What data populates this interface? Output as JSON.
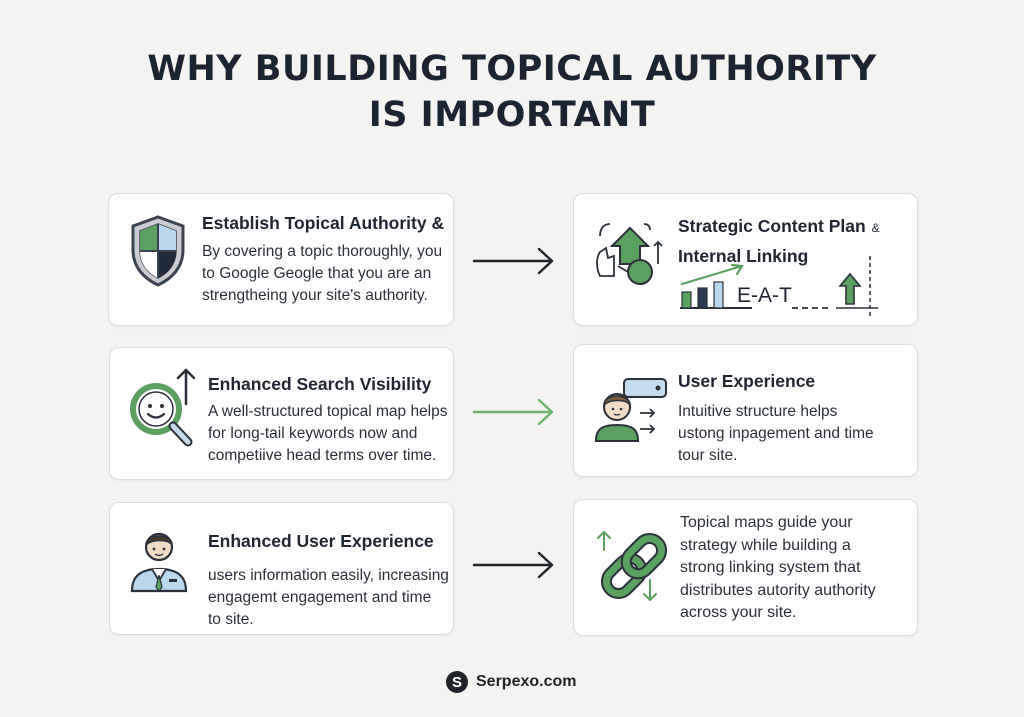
{
  "title": {
    "line1": "WHY BUILDING TOPICAL AUTHORITY",
    "line2": "IS IMPORTANT"
  },
  "colors": {
    "accent_green": "#5aa05e",
    "dark": "#1f2630",
    "arrow_green": "#6fb46a"
  },
  "left_cards": [
    {
      "icon": "shield-icon",
      "heading": "Establish Topical Authority &",
      "lines": [
        "By covering a topic thoroughly, you",
        "to Google Geogle that you are an",
        "strengtheing your site's authority."
      ]
    },
    {
      "icon": "magnifier-smile-icon",
      "heading": "Enhanced Search Visibility",
      "lines": [
        "A well-structured topical map helps",
        "for long-tail keywords now and",
        "competiive head terms over time."
      ]
    },
    {
      "icon": "businessman-icon",
      "heading": "Enhanced User Experience",
      "lines": [
        "users information easily, increasing",
        "engagemt engagement and time",
        "to site."
      ]
    }
  ],
  "right_cards": [
    {
      "icon": "strategy-chart-icon",
      "heading_lines": [
        "Strategic Content Plan",
        "Internal Linking"
      ],
      "heading_suffix": "&",
      "chart_label": "E-A-T"
    },
    {
      "icon": "user-screen-icon",
      "heading": "User Experience",
      "lines": [
        "Intuitive structure helps",
        "ustong inpagement and time",
        "tour site."
      ]
    },
    {
      "icon": "chain-link-icon",
      "lines": [
        "Topical maps guide your",
        "strategy while building a",
        "strong linking system that",
        "distributes autority authority",
        "across your site."
      ]
    }
  ],
  "footer": {
    "logo_letter": "S",
    "site": "Serpexo.com"
  }
}
